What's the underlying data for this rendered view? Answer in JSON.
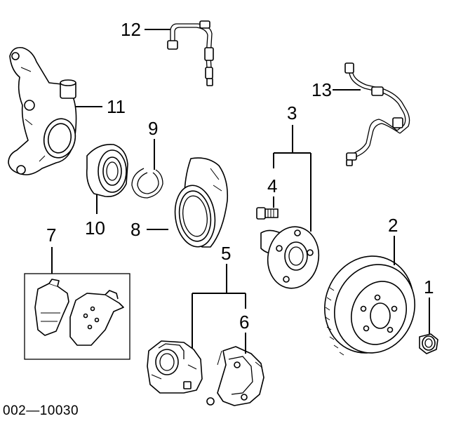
{
  "diagram": {
    "figure_code": "002—10030",
    "callouts": [
      {
        "id": "c1",
        "label": "1"
      },
      {
        "id": "c2",
        "label": "2"
      },
      {
        "id": "c3",
        "label": "3"
      },
      {
        "id": "c4",
        "label": "4"
      },
      {
        "id": "c5",
        "label": "5"
      },
      {
        "id": "c6",
        "label": "6"
      },
      {
        "id": "c7",
        "label": "7"
      },
      {
        "id": "c8",
        "label": "8"
      },
      {
        "id": "c9",
        "label": "9"
      },
      {
        "id": "c10",
        "label": "10"
      },
      {
        "id": "c11",
        "label": "11"
      },
      {
        "id": "c12",
        "label": "12"
      },
      {
        "id": "c13",
        "label": "13"
      }
    ]
  }
}
